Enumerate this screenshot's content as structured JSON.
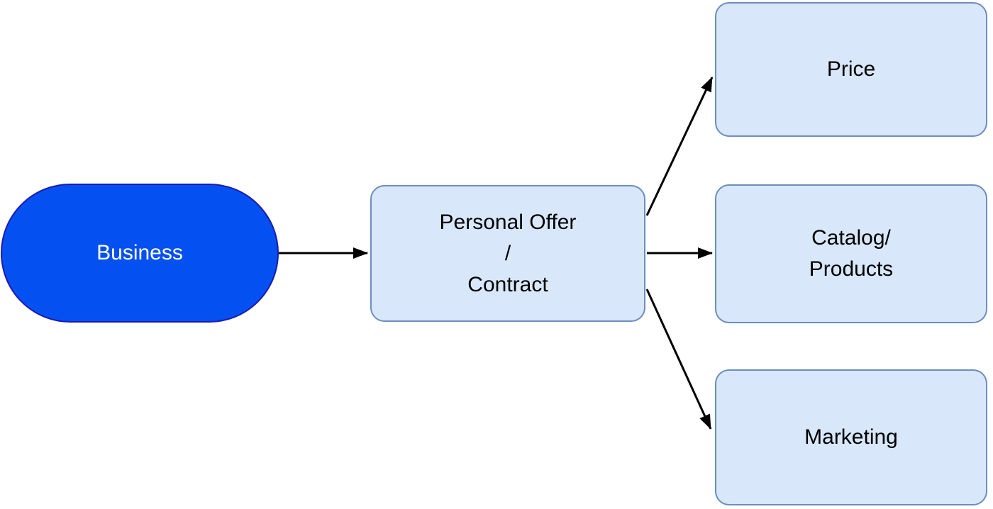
{
  "colors": {
    "stadium_fill": "#0550f0",
    "stadium_stroke": "#1b1bb3",
    "stadium_text": "#ffffff",
    "box_fill": "#d9e7fa",
    "box_stroke": "#6c8ebf",
    "box_text": "#000000",
    "edge": "#000000"
  },
  "nodes": [
    {
      "id": "business",
      "type": "stadium",
      "lines": [
        "Business"
      ]
    },
    {
      "id": "personal-offer",
      "type": "rounded-rectangle",
      "lines": [
        "Personal Offer",
        "/",
        "Contract"
      ]
    },
    {
      "id": "price",
      "type": "rounded-rectangle",
      "lines": [
        "Price"
      ]
    },
    {
      "id": "catalog",
      "type": "rounded-rectangle",
      "lines": [
        "Catalog/",
        "Products"
      ]
    },
    {
      "id": "marketing",
      "type": "rounded-rectangle",
      "lines": [
        "Marketing"
      ]
    }
  ],
  "edges": [
    {
      "from": "business",
      "to": "personal-offer",
      "style": "arrow"
    },
    {
      "from": "personal-offer",
      "to": "price",
      "style": "arrow"
    },
    {
      "from": "personal-offer",
      "to": "catalog",
      "style": "arrow"
    },
    {
      "from": "personal-offer",
      "to": "marketing",
      "style": "arrow"
    }
  ]
}
